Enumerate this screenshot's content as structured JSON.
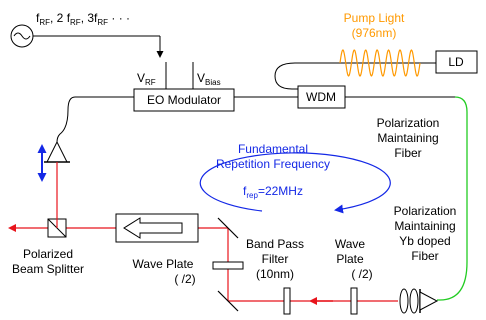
{
  "colors": {
    "black": "#000000",
    "laser_red": "#e8141c",
    "fiber_green": "#22cc22",
    "pump_orange": "#ff9900",
    "blue": "#1428e6",
    "arrow_red": "#e8141c"
  },
  "icons": {
    "rf_source": "sine-wave-circle",
    "wave_plate": "slab",
    "lens": "lens-pair"
  },
  "rf": {
    "prefix": "f",
    "sub": "RF",
    "harmonics": ", 2 f",
    "harmonics_sub": "RF",
    "harmonics3": ", 3f",
    "harmonics3_sub": "RF",
    "ellipsis": " · · ·"
  },
  "eom": {
    "label": "EO Modulator",
    "v_rf": "V",
    "v_rf_sub": "RF",
    "v_bias": "V",
    "v_bias_sub": "Bias"
  },
  "wdm": {
    "label": "WDM"
  },
  "ld": {
    "label": "LD"
  },
  "pump": {
    "line1": "Pump Light",
    "line2": "(976nm)"
  },
  "pm_fiber": {
    "line1": "Polarization",
    "line2": "Maintaining",
    "line3": "Fiber"
  },
  "yb_fiber": {
    "line1": "Polarization",
    "line2": "Maintaining",
    "line3": "Yb doped",
    "line4": "Fiber"
  },
  "repetition": {
    "line1": "Fundamental",
    "line2": "Repetition Frequency",
    "f": "f",
    "f_sub": "rep",
    "value": "=22MHz"
  },
  "pbs": {
    "line1": "Polarized",
    "line2": "Beam Splitter"
  },
  "waveplate_left": {
    "line1": "Wave Plate",
    "line2": "(    /2)"
  },
  "bpf": {
    "line1": "Band Pass",
    "line2": "Filter",
    "line3": "(10nm)"
  },
  "waveplate_right": {
    "line1": "Wave",
    "line2": "Plate",
    "line3": "(    /2)"
  }
}
